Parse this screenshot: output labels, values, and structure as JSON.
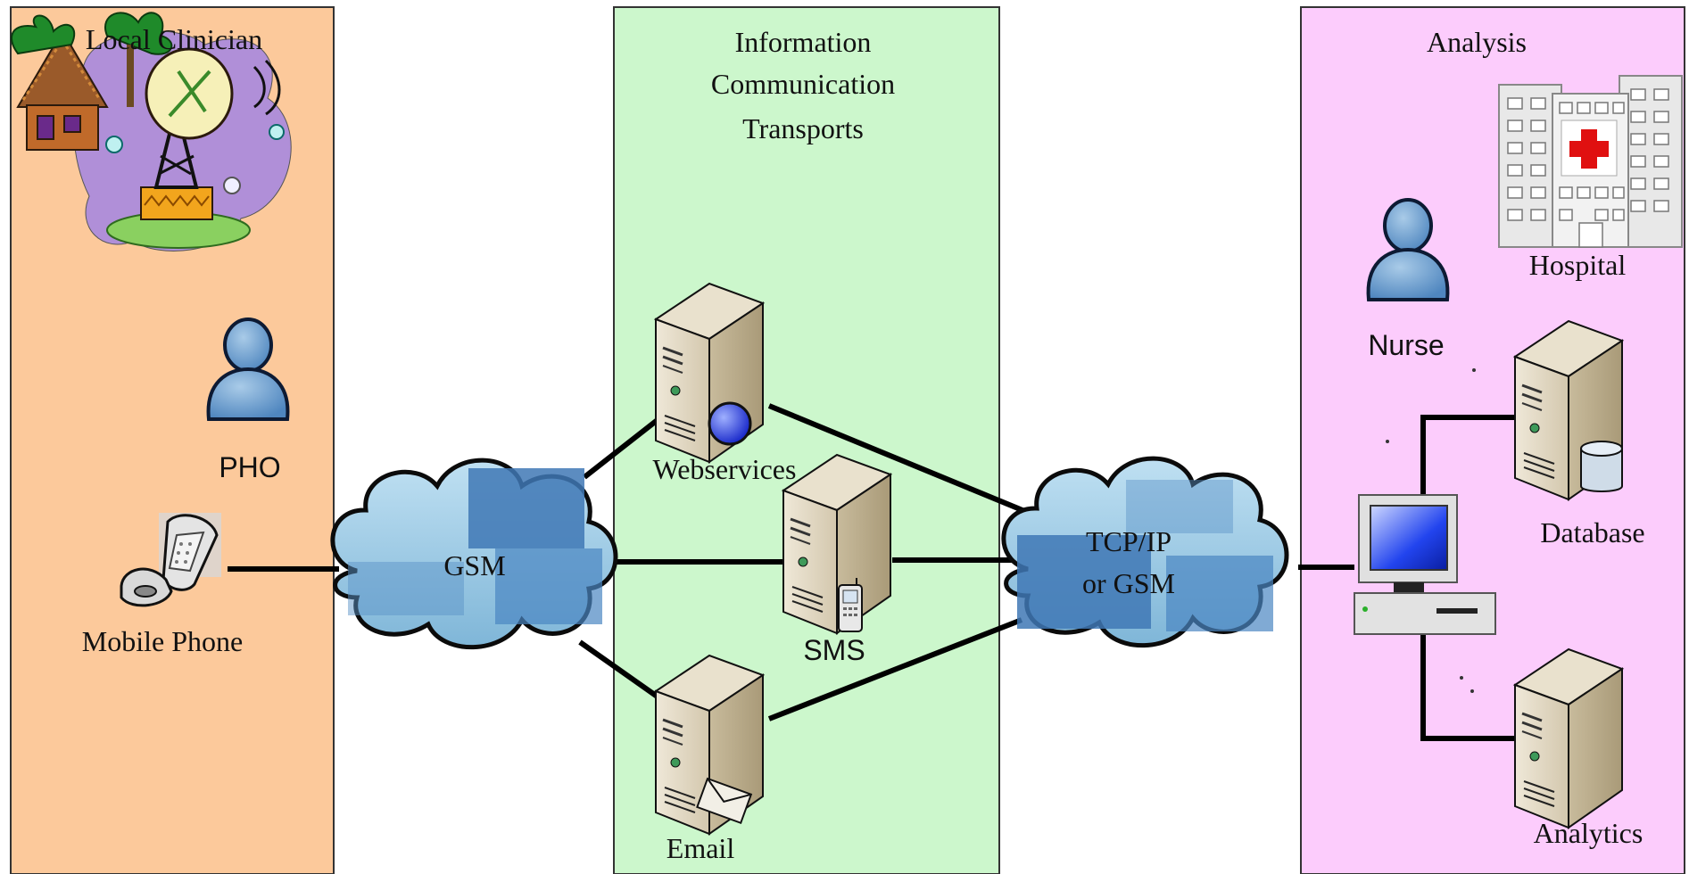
{
  "panels": {
    "left": {
      "title": "Local Clinician",
      "color": "#fcc99b"
    },
    "middle": {
      "title_lines": [
        "Information",
        "Communication",
        "Transports"
      ],
      "color": "#ccf7cc"
    },
    "right": {
      "title": "Analysis",
      "color": "#fcccfc"
    }
  },
  "nodes": {
    "pho": "PHO",
    "mobile_phone": "Mobile Phone",
    "gsm_cloud": "GSM",
    "webservices": "Webservices",
    "sms": "SMS",
    "email": "Email",
    "tcpip_cloud_lines": [
      "TCP/IP",
      "or GSM"
    ],
    "nurse": "Nurse",
    "hospital": "Hospital",
    "database": "Database",
    "analytics": "Analytics"
  },
  "icons": [
    "village-clipart-icon",
    "person-icon",
    "mobile-phone-icon",
    "cloud-icon",
    "server-icon",
    "globe-icon",
    "cell-phone-icon",
    "envelope-icon",
    "hospital-icon",
    "desktop-computer-icon",
    "database-cylinder-icon"
  ]
}
